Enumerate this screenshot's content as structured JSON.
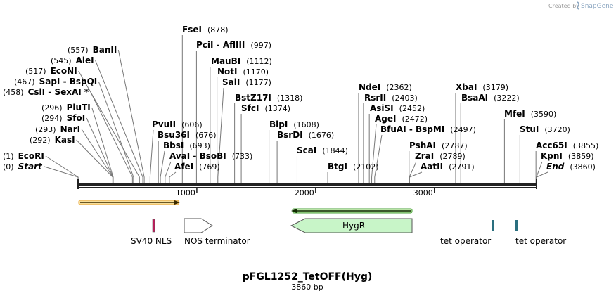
{
  "credit": "Created by",
  "brand": "SnapGene",
  "plasmid": {
    "name": "pFGL1252_TetOFF(Hyg)",
    "length_label": "3860 bp",
    "length": 3860
  },
  "ticks": [
    {
      "pos": 1000,
      "label": "1000"
    },
    {
      "pos": 2000,
      "label": "2000"
    },
    {
      "pos": 3000,
      "label": "3000"
    }
  ],
  "sites": [
    {
      "name": "EcoRI",
      "pos": "(1)",
      "bp": 1,
      "pos_first": true
    },
    {
      "name": "Start",
      "pos": "(0)",
      "bp": 0,
      "pos_first": true,
      "italic": true
    },
    {
      "name": "KasI",
      "pos": "(292)",
      "bp": 292,
      "pos_first": true
    },
    {
      "name": "NarI",
      "pos": "(293)",
      "bp": 293,
      "pos_first": true
    },
    {
      "name": "SfoI",
      "pos": "(294)",
      "bp": 294,
      "pos_first": true
    },
    {
      "name": "PluTI",
      "pos": "(296)",
      "bp": 296,
      "pos_first": true
    },
    {
      "name": "CslI  -  SexAI *",
      "pos": "(458)",
      "bp": 458,
      "pos_first": true
    },
    {
      "name": "SapI  -  BspQI",
      "pos": "(467)",
      "bp": 467,
      "pos_first": true
    },
    {
      "name": "EcoNI",
      "pos": "(517)",
      "bp": 517,
      "pos_first": true
    },
    {
      "name": "AleI",
      "pos": "(545)",
      "bp": 545,
      "pos_first": true
    },
    {
      "name": "BanII",
      "pos": "(557)",
      "bp": 557,
      "pos_first": true
    },
    {
      "name": "FseI",
      "pos": "(878)",
      "bp": 878
    },
    {
      "name": "PciI  -  AflIII",
      "pos": "(997)",
      "bp": 997
    },
    {
      "name": "MauBI",
      "pos": "(1112)",
      "bp": 1112
    },
    {
      "name": "NotI",
      "pos": "(1170)",
      "bp": 1170
    },
    {
      "name": "SalI",
      "pos": "(1177)",
      "bp": 1177
    },
    {
      "name": "BstZ17I",
      "pos": "(1318)",
      "bp": 1318
    },
    {
      "name": "SfcI",
      "pos": "(1374)",
      "bp": 1374
    },
    {
      "name": "PvuII",
      "pos": "(606)",
      "bp": 606
    },
    {
      "name": "Bsu36I",
      "pos": "(676)",
      "bp": 676
    },
    {
      "name": "BbsI",
      "pos": "(693)",
      "bp": 693
    },
    {
      "name": "AvaI  -  BsoBI",
      "pos": "(733)",
      "bp": 733
    },
    {
      "name": "AfeI",
      "pos": "(769)",
      "bp": 769
    },
    {
      "name": "BlpI",
      "pos": "(1608)",
      "bp": 1608
    },
    {
      "name": "BsrDI",
      "pos": "(1676)",
      "bp": 1676
    },
    {
      "name": "ScaI",
      "pos": "(1844)",
      "bp": 1844
    },
    {
      "name": "BtgI",
      "pos": "(2102)",
      "bp": 2102
    },
    {
      "name": "NdeI",
      "pos": "(2362)",
      "bp": 2362
    },
    {
      "name": "RsrII",
      "pos": "(2403)",
      "bp": 2403
    },
    {
      "name": "AsiSI",
      "pos": "(2452)",
      "bp": 2452
    },
    {
      "name": "AgeI",
      "pos": "(2472)",
      "bp": 2472
    },
    {
      "name": "BfuAI  -  BspMI",
      "pos": "(2497)",
      "bp": 2497
    },
    {
      "name": "PshAI",
      "pos": "(2787)",
      "bp": 2787
    },
    {
      "name": "ZraI",
      "pos": "(2789)",
      "bp": 2789
    },
    {
      "name": "AatII",
      "pos": "(2791)",
      "bp": 2791
    },
    {
      "name": "XbaI",
      "pos": "(3179)",
      "bp": 3179
    },
    {
      "name": "BsaAI",
      "pos": "(3222)",
      "bp": 3222
    },
    {
      "name": "MfeI",
      "pos": "(3590)",
      "bp": 3590
    },
    {
      "name": "StuI",
      "pos": "(3720)",
      "bp": 3720
    },
    {
      "name": "Acc65I",
      "pos": "(3855)",
      "bp": 3855
    },
    {
      "name": "KpnI",
      "pos": "(3859)",
      "bp": 3859
    },
    {
      "name": "End",
      "pos": "(3860)",
      "bp": 3860,
      "italic": true
    }
  ],
  "features": [
    {
      "name": "SV40 NLS",
      "color": "#c2195b"
    },
    {
      "name": "NOS terminator",
      "color": "#ffffff"
    },
    {
      "name": "HygR",
      "color": "#c8f5c8"
    },
    {
      "name": "tet operator",
      "color": "#2a6f7f"
    },
    {
      "name": "tet operator",
      "color": "#2a6f7f"
    }
  ],
  "colors": {
    "orf_orange": "#f0a030",
    "orf_green": "#3a9a2a",
    "backbone": "#222222"
  }
}
